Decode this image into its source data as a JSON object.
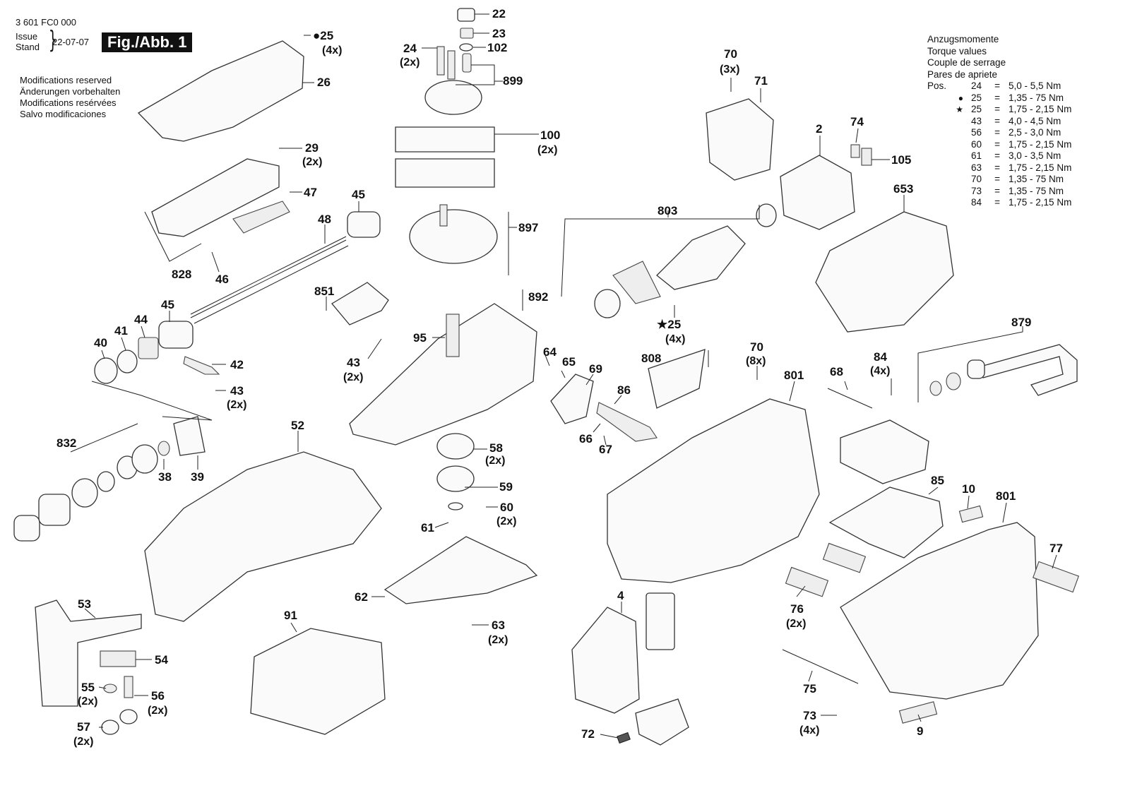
{
  "header": {
    "doc_id": "3 601 FC0 000",
    "issue_labels": [
      "Issue",
      "Stand"
    ],
    "issue_date": "22-07-07",
    "figure_label": "Fig./Abb. 1"
  },
  "modifications_notice": [
    "Modifications reserved",
    "Änderungen vorbehalten",
    "Modifications resérvées",
    "Salvo modificaciones"
  ],
  "torque_table": {
    "titles": [
      "Anzugsmomente",
      "Torque values",
      "Couple de serrage",
      "Pares de apriete"
    ],
    "prefix": "Pos.",
    "rows": [
      {
        "sym": "",
        "pos": "24",
        "eq": "=",
        "value": "5,0 - 5,5 Nm"
      },
      {
        "sym": "●",
        "pos": "25",
        "eq": "=",
        "value": "1,35 - 75 Nm"
      },
      {
        "sym": "★",
        "pos": "25",
        "eq": "=",
        "value": "1,75 - 2,15 Nm"
      },
      {
        "sym": "",
        "pos": "43",
        "eq": "=",
        "value": "4,0 - 4,5 Nm"
      },
      {
        "sym": "",
        "pos": "56",
        "eq": "=",
        "value": "2,5 - 3,0 Nm"
      },
      {
        "sym": "",
        "pos": "60",
        "eq": "=",
        "value": "1,75 - 2,15 Nm"
      },
      {
        "sym": "",
        "pos": "61",
        "eq": "=",
        "value": "3,0 - 3,5 Nm"
      },
      {
        "sym": "",
        "pos": "63",
        "eq": "=",
        "value": "1,75 - 2,15 Nm"
      },
      {
        "sym": "",
        "pos": "70",
        "eq": "=",
        "value": "1,35 - 75 Nm"
      },
      {
        "sym": "",
        "pos": "73",
        "eq": "=",
        "value": "1,35 - 75 Nm"
      },
      {
        "sym": "",
        "pos": "84",
        "eq": "=",
        "value": "1,75 - 2,15 Nm"
      }
    ]
  },
  "part_labels": {
    "p22": "22",
    "p23": "23",
    "p24": "24",
    "p24q": "(2x)",
    "p102": "102",
    "p899": "899",
    "p25a": "●25",
    "p25aq": "(4x)",
    "p26": "26",
    "p29": "29",
    "p29q": "(2x)",
    "p47": "47",
    "p45a": "45",
    "p48": "48",
    "p828": "828",
    "p46": "46",
    "p100": "100",
    "p100q": "(2x)",
    "p897": "897",
    "p892": "892",
    "p851": "851",
    "p43a": "43",
    "p43aq": "(2x)",
    "p45b": "45",
    "p44": "44",
    "p41": "41",
    "p40": "40",
    "p42": "42",
    "p43b": "43",
    "p43bq": "(2x)",
    "p95": "95",
    "p64": "64",
    "p65": "65",
    "p69": "69",
    "p86": "86",
    "p66": "66",
    "p67": "67",
    "p808": "808",
    "p70a": "70",
    "p70aq": "(3x)",
    "p71": "71",
    "p2": "2",
    "p74": "74",
    "p105": "105",
    "p803": "803",
    "p653": "653",
    "p25b": "★25",
    "p25bq": "(4x)",
    "p70b": "70",
    "p70bq": "(8x)",
    "p801a": "801",
    "p68": "68",
    "p84": "84",
    "p84q": "(4x)",
    "p879": "879",
    "p832": "832",
    "p38": "38",
    "p39": "39",
    "p52": "52",
    "p58": "58",
    "p58q": "(2x)",
    "p59": "59",
    "p60": "60",
    "p60q": "(2x)",
    "p61": "61",
    "p62": "62",
    "p63": "63",
    "p63q": "(2x)",
    "p53": "53",
    "p54": "54",
    "p55": "55",
    "p55q": "(2x)",
    "p56": "56",
    "p56q": "(2x)",
    "p57": "57",
    "p57q": "(2x)",
    "p91": "91",
    "p4": "4",
    "p72": "72",
    "p85": "85",
    "p10": "10",
    "p801b": "801",
    "p77": "77",
    "p76": "76",
    "p76q": "(2x)",
    "p75": "75",
    "p73": "73",
    "p73q": "(4x)",
    "p9": "9"
  }
}
